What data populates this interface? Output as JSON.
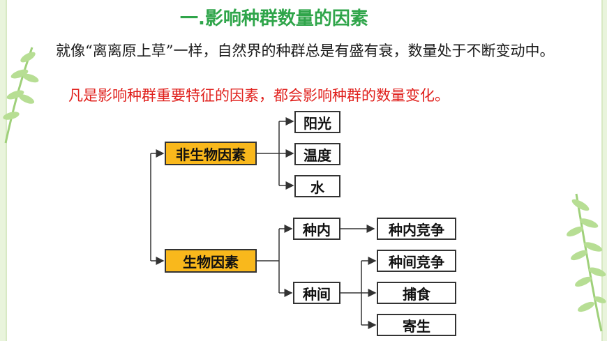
{
  "slide": {
    "title": "一.影响种群数量的因素",
    "paragraph": "就像“离离原上草”一样，自然界的种群总是有盛有衰，数量处于不断变动中。",
    "highlight": "凡是影响种群重要特征的因素，都会影响种群的数量变化。"
  },
  "diagram": {
    "abiotic": {
      "label": "非生物因素",
      "children": [
        "阳光",
        "温度",
        "水"
      ]
    },
    "biotic": {
      "label": "生物因素",
      "intra": {
        "label": "种内",
        "children": [
          "种内竞争"
        ]
      },
      "inter": {
        "label": "种间",
        "children": [
          "种间竞争",
          "捕食",
          "寄生"
        ]
      }
    },
    "colors": {
      "highlight_box": "#f9b81c",
      "title": "#2fa54a",
      "highlight_text": "#e0201c"
    }
  }
}
